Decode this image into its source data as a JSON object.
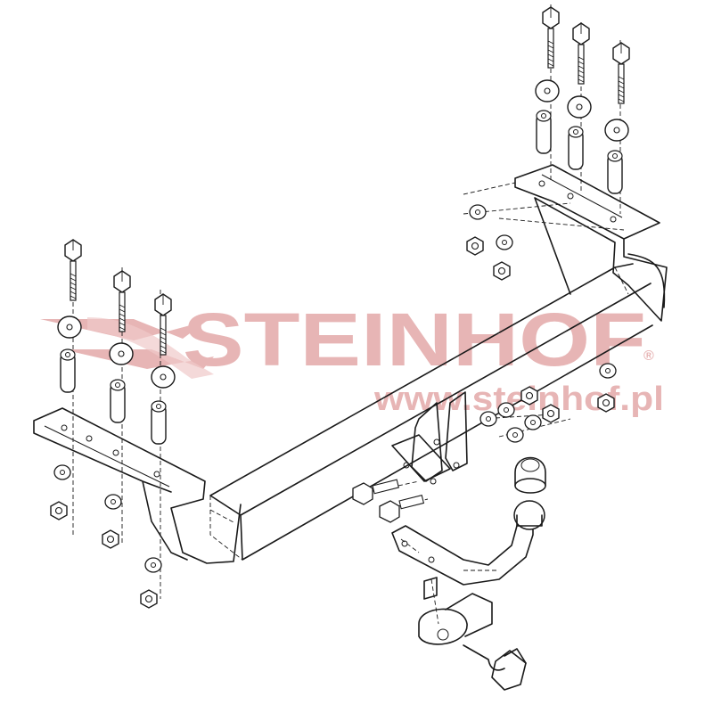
{
  "watermark": {
    "brand": "STEINHOF",
    "registered_mark": "®",
    "url": "www.steinhof.pl",
    "color": "#e7b5b5"
  },
  "diagram": {
    "subject": "tow-bar-exploded-view",
    "line_color": "#1a1a1a",
    "background": "#ffffff"
  }
}
